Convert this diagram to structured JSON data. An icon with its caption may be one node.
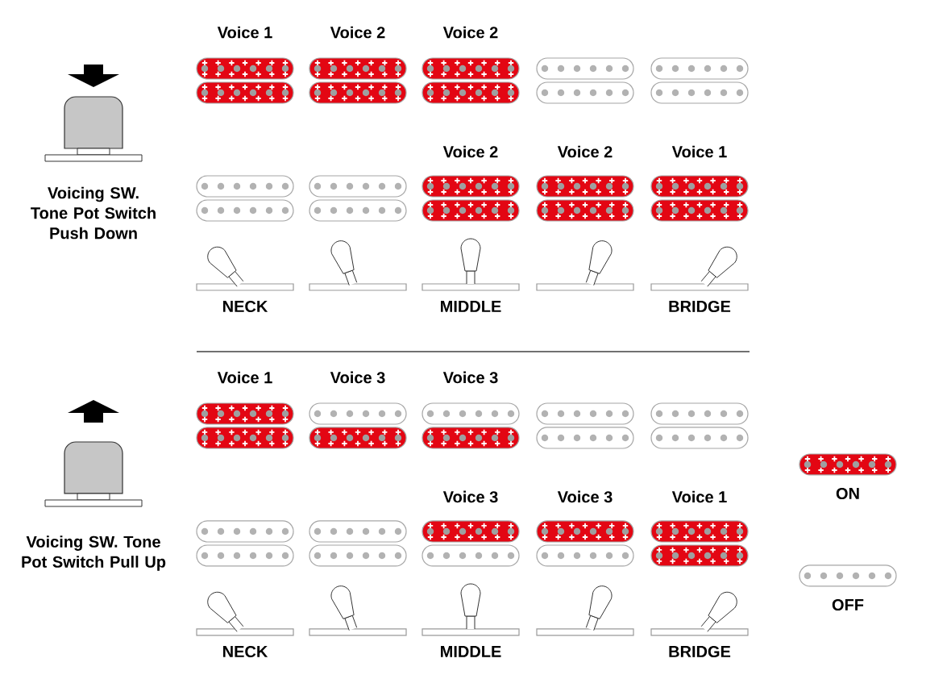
{
  "diagram": {
    "labels": [
      "Voice 1",
      "Voice 2",
      "Voice 2",
      "Voicing SW. Tone Pot Switch Push Down",
      "Voice 2",
      "Voice 2",
      "Voice 1",
      "NECK",
      "MIDDLE",
      "BRIDGE",
      "Voice 1",
      "Voice 3",
      "Voice 3",
      "Voicing SW. Tone Pot Switch Pull Up",
      "Voice 3",
      "Voice 3",
      "Voice 1",
      "NECK",
      "MIDDLE",
      "BRIDGE"
    ],
    "legend": [
      {
        "text": "ON"
      },
      {
        "text": "OFF"
      }
    ]
  }
}
